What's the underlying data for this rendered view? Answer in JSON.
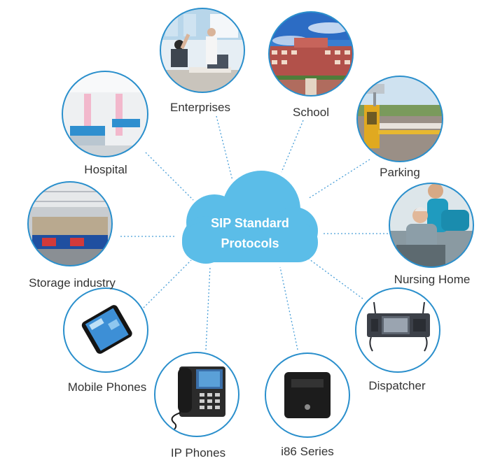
{
  "hub": {
    "line1": "SIP Standard",
    "line2": "Protocols"
  },
  "colors": {
    "cloud": "#5bbde8",
    "ring": "#2a8fcc",
    "connector": "#4a9fd8"
  },
  "nodes": [
    {
      "id": "enterprises",
      "label": "Enterprises",
      "icon": "office-workers-photo"
    },
    {
      "id": "school",
      "label": "School",
      "icon": "school-building-photo"
    },
    {
      "id": "parking",
      "label": "Parking",
      "icon": "parking-barrier-photo"
    },
    {
      "id": "nursing-home",
      "label": "Nursing Home",
      "icon": "nurse-elderly-photo"
    },
    {
      "id": "dispatcher",
      "label": "Dispatcher",
      "icon": "dispatch-console-photo"
    },
    {
      "id": "i86-series",
      "label": "i86 Series",
      "icon": "intercom-device-photo"
    },
    {
      "id": "ip-phones",
      "label": "IP Phones",
      "icon": "desk-phone-photo"
    },
    {
      "id": "mobile-phones",
      "label": "Mobile Phones",
      "icon": "smartphone-photo"
    },
    {
      "id": "storage-industry",
      "label": "Storage industry",
      "icon": "warehouse-photo"
    },
    {
      "id": "hospital",
      "label": "Hospital",
      "icon": "hospital-ward-photo"
    }
  ]
}
